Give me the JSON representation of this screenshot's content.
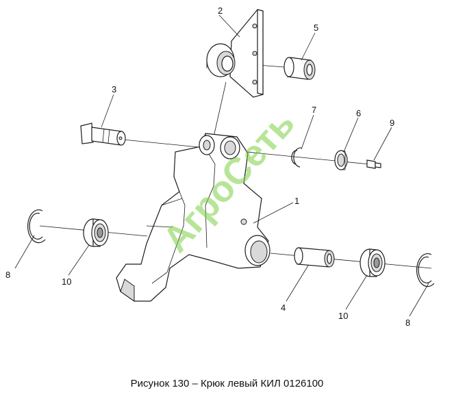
{
  "caption": "Рисунок 130 – Крюк левый КИЛ 0126100",
  "watermark": "АгроСеть",
  "callouts": {
    "c1": "1",
    "c2": "2",
    "c3": "3",
    "c4": "4",
    "c5": "5",
    "c6": "6",
    "c7": "7",
    "c8a": "8",
    "c8b": "8",
    "c9": "9",
    "c10a": "10",
    "c10b": "10"
  },
  "colors": {
    "watermark": "#7ccf43",
    "line": "#1a1a1a"
  }
}
